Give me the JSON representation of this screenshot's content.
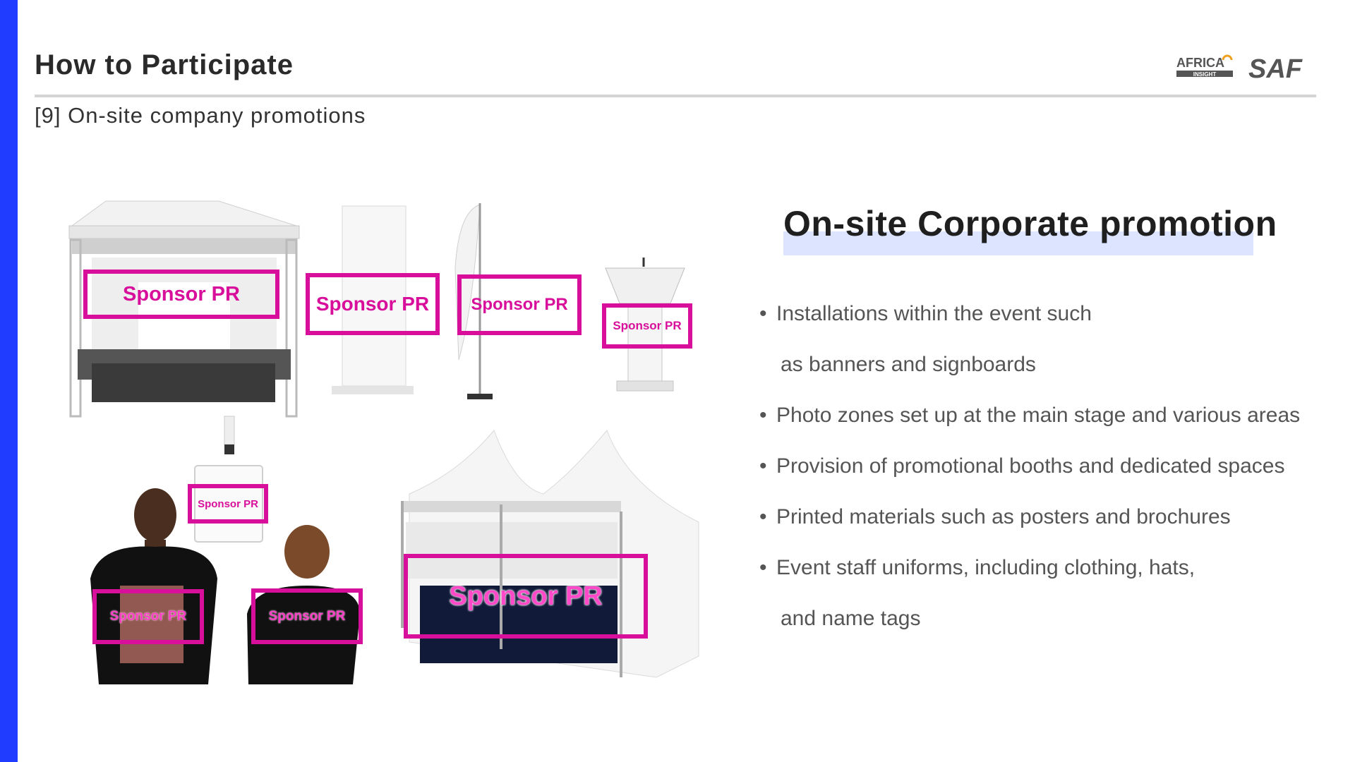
{
  "header": {
    "title": "How to Participate",
    "subtitle": "[9] On-site company promotions",
    "logo_africa": "AFRICA",
    "logo_insight": "INSIGHT",
    "logo_saf": "SAF"
  },
  "illustrations": {
    "sponsor_label": "Sponsor PR"
  },
  "content": {
    "heading": "On-site Corporate promotion",
    "bullets": [
      {
        "lines": [
          "Installations within the event such",
          "as banners and signboards"
        ]
      },
      {
        "lines": [
          "Photo zones set up at the main stage and various areas"
        ]
      },
      {
        "lines": [
          "Provision of promotional booths and dedicated spaces"
        ]
      },
      {
        "lines": [
          "Printed materials such as posters and brochures"
        ]
      },
      {
        "lines": [
          "Event staff uniforms, including clothing, hats,",
          "and name tags"
        ]
      }
    ]
  },
  "colors": {
    "accent_bar": "#1f3cff",
    "sponsor_magenta": "#d80f9b",
    "heading_highlight": "#dde4ff"
  }
}
